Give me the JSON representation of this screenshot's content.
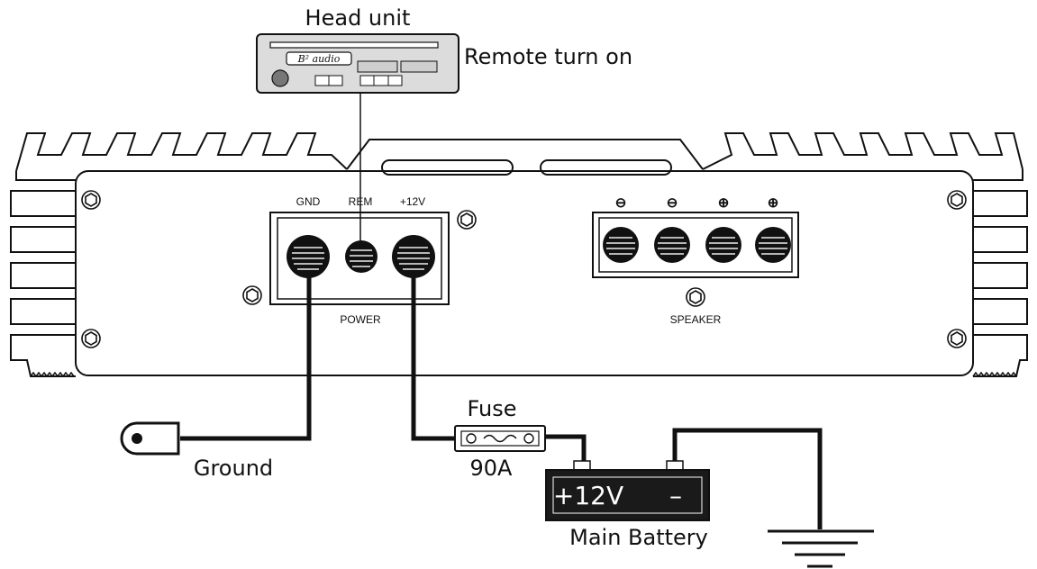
{
  "diagram": {
    "head_unit": {
      "title": "Head unit",
      "brand": "B² audio"
    },
    "remote_turn_on": "Remote turn on",
    "power_block": {
      "gnd": "GND",
      "rem": "REM",
      "v12": "+12V",
      "title": "POWER"
    },
    "speaker_block": {
      "title": "SPEAKER",
      "polarities": [
        "⊖",
        "⊖",
        "⊕",
        "⊕"
      ]
    },
    "ground": "Ground",
    "fuse": {
      "label": "Fuse",
      "rating": "90A"
    },
    "battery": {
      "plus": "+12V",
      "minus": "–",
      "label": "Main Battery"
    }
  },
  "colors": {
    "ink": "#111111",
    "panel": "#dcdcdc",
    "battery": "#1a1a1a"
  }
}
